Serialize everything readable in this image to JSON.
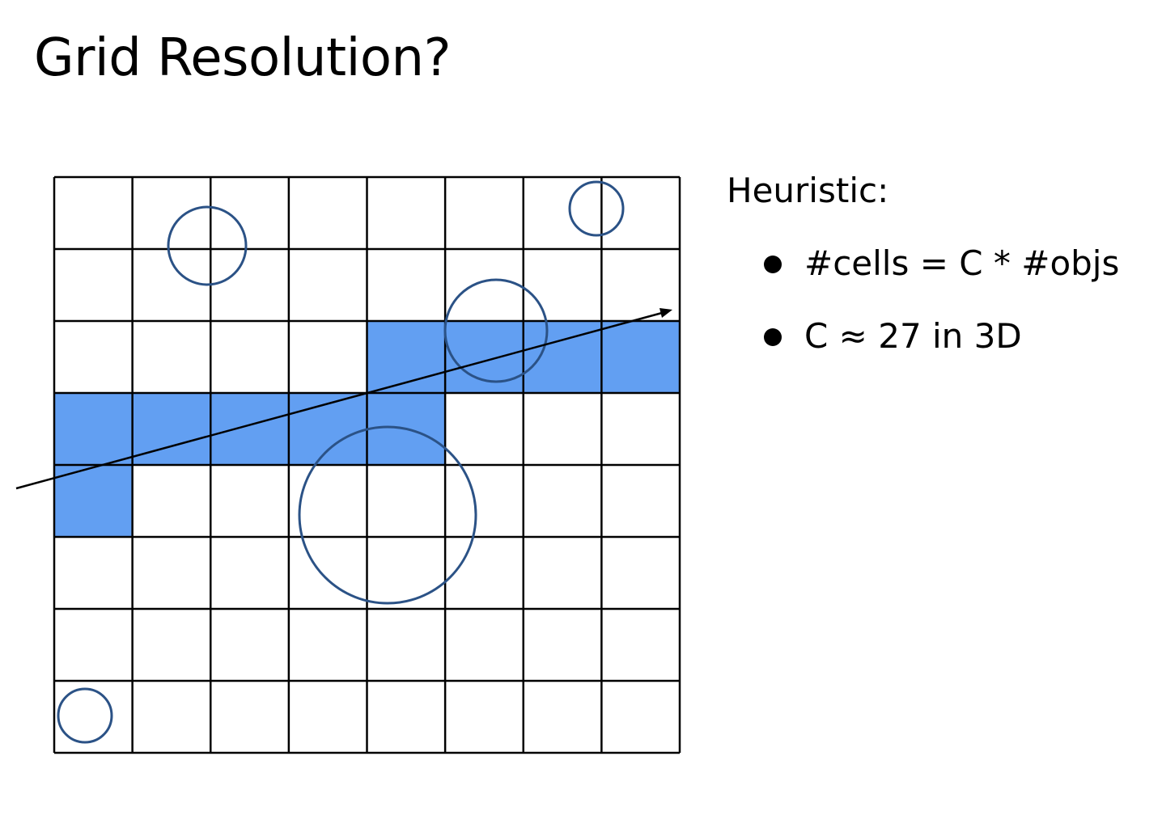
{
  "title": "Grid Resolution?",
  "heuristic": {
    "heading": "Heuristic:",
    "bullets": [
      "#cells = C * #objs",
      "C ≈ 27 in 3D"
    ]
  },
  "figure": {
    "grid": {
      "columns": 8,
      "rows": 8
    },
    "highlighted_cells": [
      [
        4,
        2
      ],
      [
        5,
        2
      ],
      [
        6,
        2
      ],
      [
        7,
        2
      ],
      [
        0,
        3
      ],
      [
        1,
        3
      ],
      [
        2,
        3
      ],
      [
        3,
        3
      ],
      [
        4,
        3
      ],
      [
        0,
        4
      ]
    ],
    "colors": {
      "highlight": "#629ff2",
      "circle_stroke": "#2b5286",
      "grid_line": "#000000",
      "ray": "#000000"
    }
  }
}
